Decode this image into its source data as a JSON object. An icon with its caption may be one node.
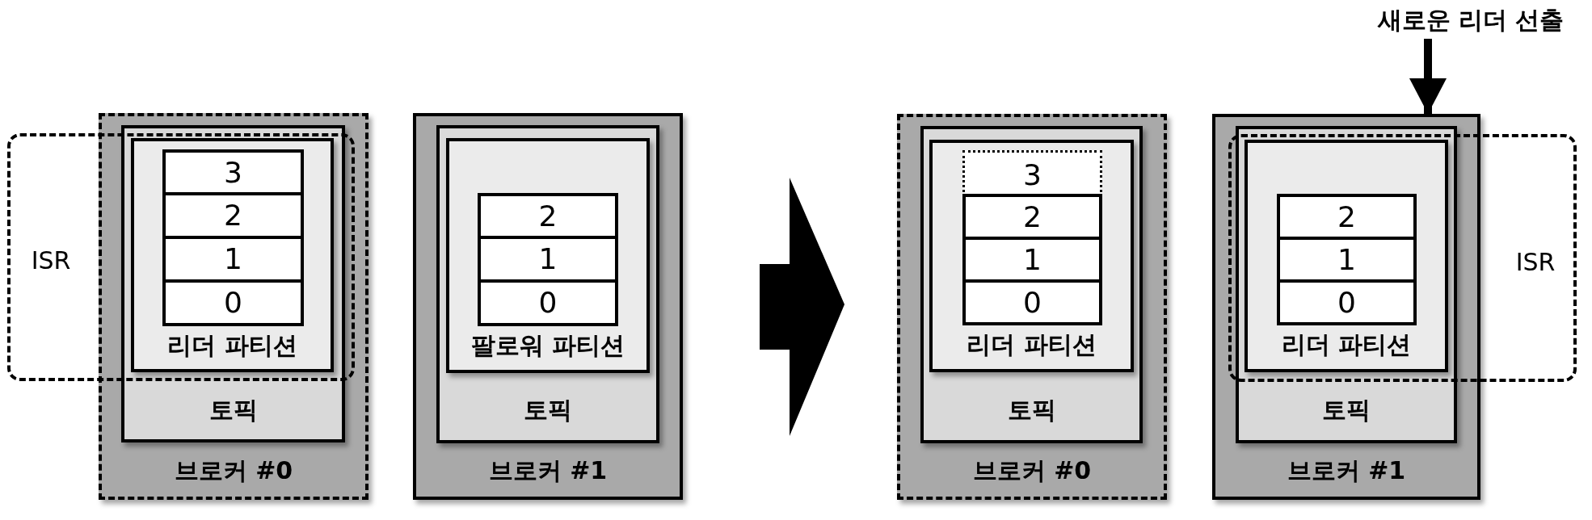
{
  "diagram": {
    "nodes": [
      {
        "text": [
          "새로운 리더 선출"
        ]
      },
      {
        "text": [
          "ISR"
        ]
      },
      {
        "text": [
          "브로커 #0"
        ]
      },
      {
        "text": [
          "토픽"
        ],
        "in": 2
      },
      {
        "text": [
          "리더 파티션"
        ]
      },
      {
        "text": [
          "3"
        ],
        "in": 4
      },
      {
        "text": [
          "2"
        ],
        "in": 4
      },
      {
        "text": [
          "1"
        ],
        "in": 4
      },
      {
        "text": [
          "0"
        ],
        "in": 4
      },
      {
        "text": [
          "브로커 #1"
        ]
      },
      {
        "text": [
          "토픽"
        ],
        "in": 9
      },
      {
        "text": [
          "팔로워 파티션"
        ],
        "in": 10
      },
      {
        "text": [
          "2"
        ],
        "in": 11
      },
      {
        "text": [
          "1"
        ],
        "in": 11
      },
      {
        "text": [
          "0"
        ],
        "in": 11
      },
      {
        "text": [
          "브로커 #0"
        ]
      },
      {
        "text": [
          "토픽"
        ],
        "in": 15
      },
      {
        "text": [
          "리더 파티션"
        ],
        "in": 16
      },
      {
        "text": [
          "3"
        ],
        "in": 17
      },
      {
        "text": [
          "2"
        ],
        "in": 17
      },
      {
        "text": [
          "1"
        ],
        "in": 17
      },
      {
        "text": [
          "0"
        ],
        "in": 17
      },
      {
        "text": [
          "브로커 #1"
        ]
      },
      {
        "text": [
          "토픽"
        ],
        "in": 22
      },
      {
        "text": [
          "리더 파티션"
        ]
      },
      {
        "text": [
          "2"
        ],
        "in": 24
      },
      {
        "text": [
          "1"
        ],
        "in": 24
      },
      {
        "text": [
          "0"
        ],
        "in": 24
      },
      {
        "text": [
          "ISR"
        ]
      }
    ],
    "edges": [
      {
        "from": 0,
        "to": 22,
        "arrow": "to"
      }
    ]
  }
}
